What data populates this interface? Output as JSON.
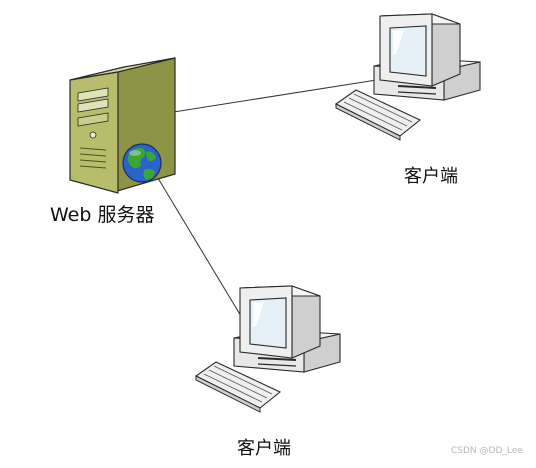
{
  "server": {
    "label": "Web 服务器",
    "icon": "server-tower-icon",
    "badge_icon": "globe-icon"
  },
  "clients": [
    {
      "label": "客户端",
      "icon": "desktop-computer-icon"
    },
    {
      "label": "客户端",
      "icon": "desktop-computer-icon"
    }
  ],
  "watermark": "CSDN @DD_Lee",
  "colors": {
    "server_body": "#b7bd6b",
    "server_body_dark": "#8e9445",
    "server_top": "#d6dba0",
    "monitor_light": "#efefef",
    "monitor_shadow": "#cfcfcf",
    "screen": "#e6f1f7",
    "outline": "#2a2a2a",
    "globe_water": "#2b63c9",
    "globe_land": "#3aa63a",
    "link_line": "#333333"
  }
}
